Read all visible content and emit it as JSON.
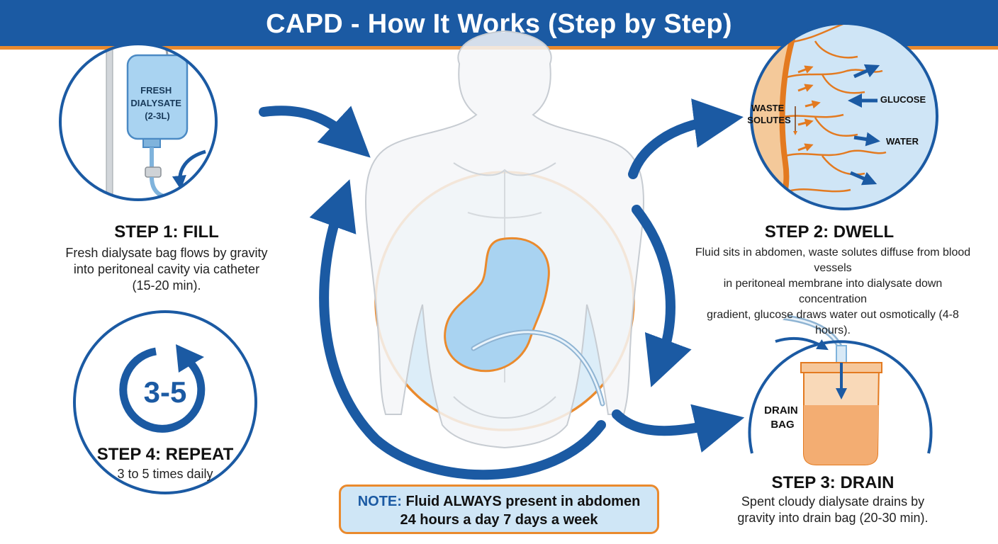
{
  "header": {
    "title": "CAPD - How It Works (Step by Step)"
  },
  "step1": {
    "title": "STEP 1: FILL",
    "desc_lines": [
      "Fresh dialysate bag flows by gravity",
      "into peritoneal cavity via catheter",
      "(15-20 min)."
    ],
    "bag_label": [
      "FRESH",
      "DIALYSATE",
      "(2-3L)"
    ]
  },
  "step2": {
    "title": "STEP 2: DWELL",
    "desc_lines": [
      "Fluid sits in abdomen, waste solutes diffuse from blood vessels",
      "in peritoneal membrane into dialysate down concentration",
      "gradient, glucose draws water out osmotically (4-8 hours)."
    ],
    "labels": {
      "waste": [
        "WASTE",
        "SOLUTES"
      ],
      "glucose": "GLUCOSE",
      "water": "WATER"
    }
  },
  "step3": {
    "title": "STEP 3: DRAIN",
    "desc_lines": [
      "Spent cloudy dialysate drains by",
      "gravity into drain bag (20-30 min)."
    ],
    "bag_label": [
      "DRAIN",
      "BAG"
    ]
  },
  "step4": {
    "title": "STEP 4: REPEAT",
    "desc": "3 to 5 times daily",
    "cycle_text": "3-5"
  },
  "note": {
    "label": "NOTE:",
    "line1": "Fluid ALWAYS present in abdomen",
    "line2": "24 hours a day 7 days a week"
  },
  "colors": {
    "primary_blue": "#1b5aa3",
    "accent_orange": "#ea8a2d",
    "fluid_blue": "#a9d3f1"
  }
}
